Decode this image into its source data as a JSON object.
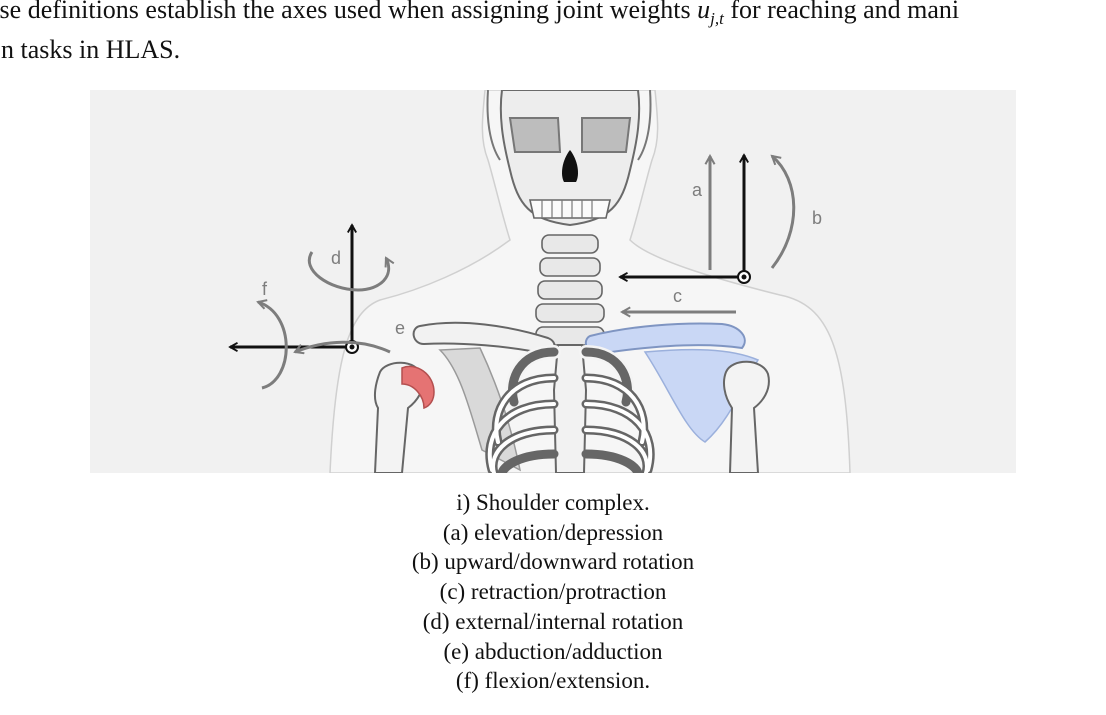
{
  "intro": {
    "line1_before": "ese definitions establish the axes used when assigning joint weights ",
    "math_var": "u",
    "math_sub": "j,t",
    "line1_after": " for reaching and mani",
    "line2": "on tasks in HLAS."
  },
  "figure": {
    "axis_labels": {
      "a": "a",
      "b": "b",
      "c": "c",
      "d": "d",
      "e": "e",
      "f": "f"
    },
    "colors": {
      "background": "#f1f1f1",
      "scapula_highlight": "#c9d7f5",
      "humeral_head_highlight": "#e57373",
      "axis_primary": "#111111",
      "axis_secondary": "#7d7d7d"
    }
  },
  "caption": {
    "title": "i) Shoulder complex.",
    "items": [
      "(a) elevation/depression",
      "(b) upward/downward rotation",
      "(c) retraction/protraction",
      "(d) external/internal rotation",
      "(e) abduction/adduction",
      "(f) flexion/extension."
    ]
  }
}
